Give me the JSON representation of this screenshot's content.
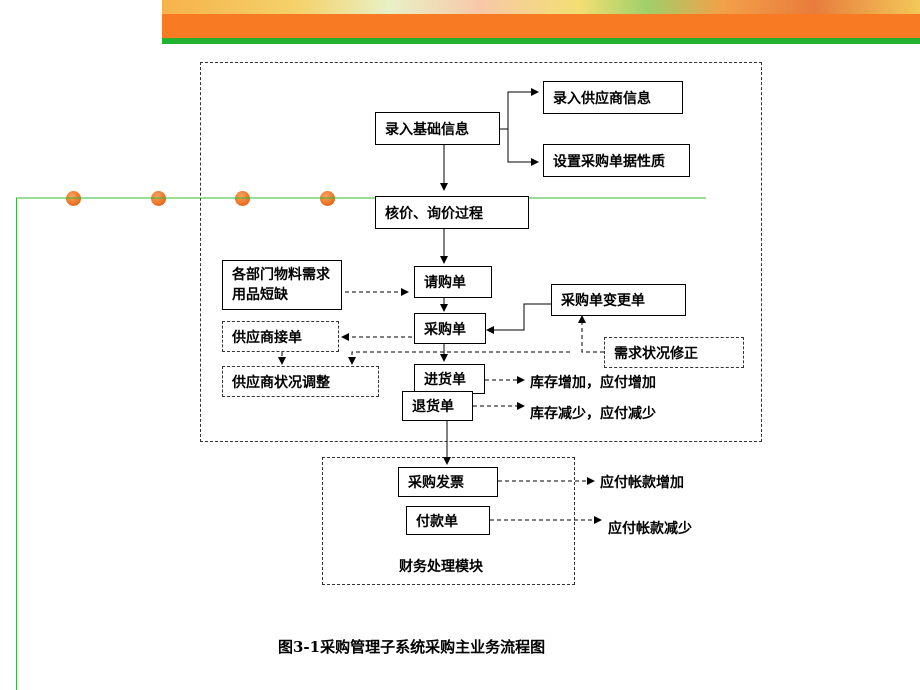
{
  "boxes": {
    "enter_basic_info": "录入基础信息",
    "enter_supplier_info": "录入供应商信息",
    "set_po_properties": "设置采购单据性质",
    "pricing_inquiry": "核价、询价过程",
    "dept_material_demand": "各部门物料需求用品短缺",
    "requisition": "请购单",
    "po_change": "采购单变更单",
    "supplier_receive": "供应商接单",
    "purchase_order": "采购单",
    "demand_correction": "需求状况修正",
    "supplier_status_adjust": "供应商状况调整",
    "goods_receipt": "进货单",
    "goods_return": "退货单",
    "purchase_invoice": "采购发票",
    "payment_slip": "付款单"
  },
  "annotations": {
    "inventory_up": "库存增加，应付增加",
    "inventory_down": "库存减少，应付减少",
    "ap_up": "应付帐款增加",
    "ap_down": "应付帐款减少",
    "finance_module": "财务处理模块"
  },
  "caption": "图3-1采购管理子系统采购主业务流程图",
  "colors": {
    "banner_orange": "#f87a22",
    "banner_green": "#22b332",
    "accent_line": "#33bb33",
    "dot": "#e86a1a"
  }
}
